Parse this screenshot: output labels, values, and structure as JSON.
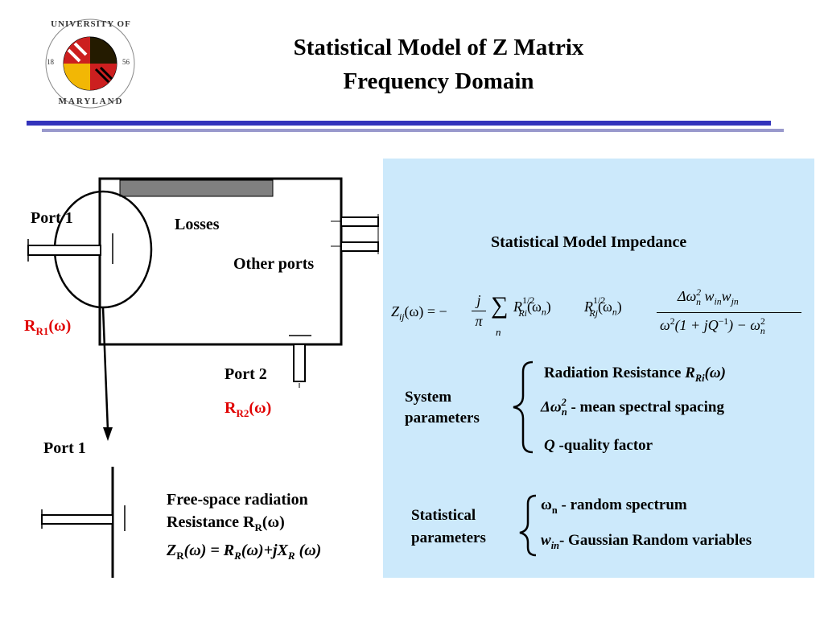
{
  "logo": {
    "text_top": "UNIVERSITY OF",
    "text_bottom": "MARYLAND",
    "year_left": "18",
    "year_right": "56",
    "colors": {
      "gold": "#f2b705",
      "red": "#cc1f1f",
      "black": "#000000",
      "white": "#ffffff"
    }
  },
  "title": {
    "line1": "Statistical Model of Z Matrix",
    "line2": "Frequency Domain"
  },
  "diagram": {
    "port1_top": "Port 1",
    "losses": "Losses",
    "other_ports": "Other ports",
    "rr1_main": "R",
    "rr1_sub": "R1",
    "rr1_arg": "(ω)",
    "port2": "Port 2",
    "rr2_main": "R",
    "rr2_sub": "R2",
    "rr2_arg": "(ω)",
    "port1_bottom": "Port 1",
    "free_space_line1": "Free-space radiation",
    "free_space_line2_a": "Resistance   R",
    "free_space_line2_sub": "R",
    "free_space_line2_b": "(ω)",
    "z_eq_a": "Z",
    "z_eq_sub1": "R",
    "z_eq_b": "(ω) = R",
    "z_eq_sub2": "R",
    "z_eq_c": "(ω)+jX",
    "z_eq_sub3": "R",
    "z_eq_d": " (ω)"
  },
  "panel": {
    "heading": "Statistical Model Impedance",
    "system_label_1": "System",
    "system_label_2": "parameters",
    "sys_item1_text": "Radiation Resistance   ",
    "sys_item1_sym": "R",
    "sys_item1_sub": "Ri",
    "sys_item1_arg": "(ω)",
    "sys_item2_sym": "Δω",
    "sys_item2_sup": "2",
    "sys_item2_sub": "n",
    "sys_item2_text": "  -  mean spectral spacing",
    "sys_item3_sym": "Q",
    "sys_item3_text": " -quality factor",
    "stat_label_1": "Statistical",
    "stat_label_2": "parameters",
    "stat_item1_sym": "ω",
    "stat_item1_sub": "n",
    "stat_item1_text": "  -  random spectrum",
    "stat_item2_sym": "w",
    "stat_item2_sub": "in",
    "stat_item2_text": "- Gaussian Random variables"
  },
  "formula": {
    "lhs": "Z",
    "lhs_sub": "ij",
    "lhs_arg": "(ω) = −",
    "frac1_num": "j",
    "frac1_den": "π",
    "sum": "∑",
    "sum_sub": "n",
    "r1": "R",
    "r1_sup": "1/2",
    "r1_sub": "Ri",
    "r1_arg": "(ω",
    "r1_argsub": "n",
    "r1_close": ")",
    "r2": "R",
    "r2_sup": "1/2",
    "r2_sub": "Rj",
    "r2_arg": "(ω",
    "r2_argsub": "n",
    "r2_close": ")",
    "num": "Δω",
    "num_sup": "2",
    "num_sub": "n",
    "num_w1": " w",
    "num_w1_sub": "in",
    "num_w2": "w",
    "num_w2_sub": "jn",
    "den_a": "ω",
    "den_a_sup": "2",
    "den_b": "(1 + jQ",
    "den_b_sup": "−1",
    "den_c": ") − ω",
    "den_c_sup": "2",
    "den_c_sub": "n"
  }
}
